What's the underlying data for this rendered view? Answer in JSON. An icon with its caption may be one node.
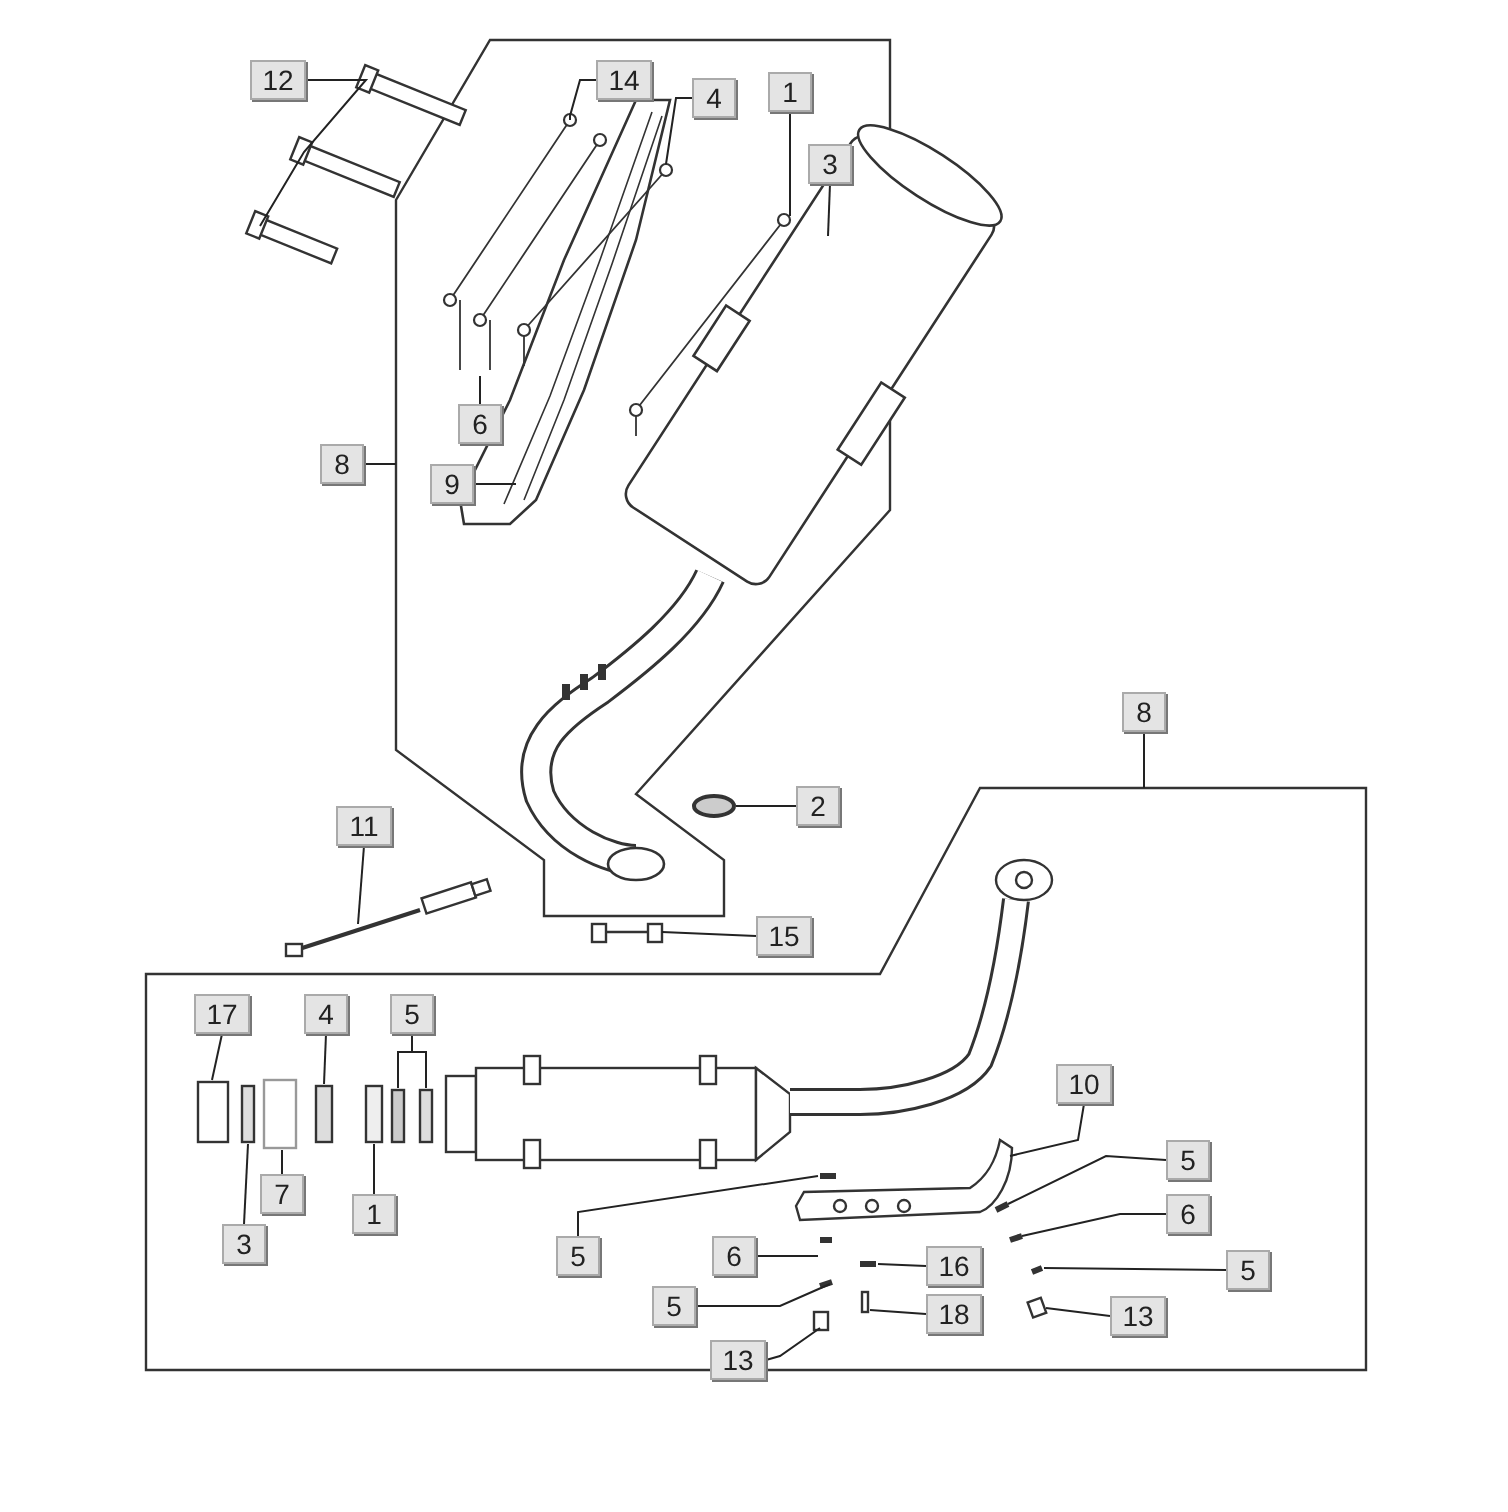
{
  "diagram": {
    "nodes": [
      {
        "text": [
          "12"
        ]
      },
      {
        "text": [
          "14"
        ]
      },
      {
        "text": [
          "4"
        ]
      },
      {
        "text": [
          "1"
        ]
      },
      {
        "text": [
          "3"
        ]
      },
      {
        "text": [
          "6"
        ]
      },
      {
        "text": [
          "8"
        ]
      },
      {
        "text": [
          "9"
        ]
      },
      {
        "text": [
          "8"
        ]
      },
      {
        "text": [
          "2"
        ]
      },
      {
        "text": [
          "11"
        ]
      },
      {
        "text": [
          "15"
        ]
      },
      {
        "text": [
          "17"
        ]
      },
      {
        "text": [
          "4"
        ]
      },
      {
        "text": [
          "5"
        ]
      },
      {
        "text": [
          "10"
        ]
      },
      {
        "text": [
          "5"
        ]
      },
      {
        "text": [
          "7"
        ]
      },
      {
        "text": [
          "1"
        ]
      },
      {
        "text": [
          "6"
        ]
      },
      {
        "text": [
          "3"
        ]
      },
      {
        "text": [
          "5"
        ]
      },
      {
        "text": [
          "6"
        ]
      },
      {
        "text": [
          "16"
        ]
      },
      {
        "text": [
          "5"
        ]
      },
      {
        "text": [
          "5"
        ]
      },
      {
        "text": [
          "18"
        ]
      },
      {
        "text": [
          "13"
        ]
      },
      {
        "text": [
          "13"
        ]
      }
    ],
    "edges": [
      {
        "from": 0,
        "to": null,
        "arrow": "none"
      },
      {
        "from": 1,
        "to": null,
        "arrow": "none"
      },
      {
        "from": 2,
        "to": null,
        "arrow": "none"
      },
      {
        "from": 3,
        "to": null,
        "arrow": "none"
      },
      {
        "from": 4,
        "to": null,
        "arrow": "none"
      },
      {
        "from": 5,
        "to": null,
        "arrow": "none"
      },
      {
        "from": 6,
        "to": null,
        "arrow": "none"
      },
      {
        "from": 7,
        "to": null,
        "arrow": "none"
      },
      {
        "from": 8,
        "to": null,
        "arrow": "none"
      },
      {
        "from": 9,
        "to": null,
        "arrow": "none"
      },
      {
        "from": 10,
        "to": null,
        "arrow": "none"
      },
      {
        "from": 11,
        "to": null,
        "arrow": "none"
      },
      {
        "from": 12,
        "to": null,
        "arrow": "none"
      },
      {
        "from": 13,
        "to": null,
        "arrow": "none"
      },
      {
        "from": 14,
        "to": null,
        "arrow": "none"
      },
      {
        "from": 15,
        "to": null,
        "arrow": "none"
      },
      {
        "from": 16,
        "to": null,
        "arrow": "none"
      },
      {
        "from": 17,
        "to": null,
        "arrow": "none"
      },
      {
        "from": 18,
        "to": null,
        "arrow": "none"
      },
      {
        "from": 19,
        "to": null,
        "arrow": "none"
      },
      {
        "from": 20,
        "to": null,
        "arrow": "none"
      },
      {
        "from": 21,
        "to": null,
        "arrow": "none"
      },
      {
        "from": 22,
        "to": null,
        "arrow": "none"
      },
      {
        "from": 23,
        "to": null,
        "arrow": "none"
      },
      {
        "from": 24,
        "to": null,
        "arrow": "none"
      },
      {
        "from": 25,
        "to": null,
        "arrow": "none"
      },
      {
        "from": 26,
        "to": null,
        "arrow": "none"
      },
      {
        "from": 27,
        "to": null,
        "arrow": "none"
      },
      {
        "from": 28,
        "to": null,
        "arrow": "none"
      }
    ]
  }
}
